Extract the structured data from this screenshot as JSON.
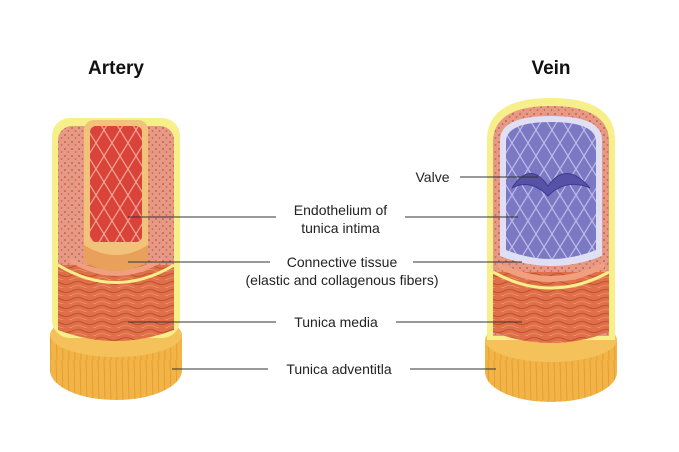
{
  "titles": {
    "left": "Artery",
    "right": "Vein"
  },
  "labels": {
    "valve": "Valve",
    "endothelium_line1": "Endothelium of",
    "endothelium_line2": "tunica intima",
    "connective_line1": "Connective tissue",
    "connective_line2": "(elastic and collagenous fibers)",
    "media": "Tunica media",
    "adventitia": "Tunica adventitla"
  },
  "colors": {
    "adventitia": "#f2b347",
    "outer_rim": "#f6ef8a",
    "wall_pink": "#e98a76",
    "media": "#de6a44",
    "artery_lumen": "#d9433a",
    "vein_lumen": "#7b78c4",
    "vein_valve": "#5652a8",
    "leader_line": "#333333"
  }
}
